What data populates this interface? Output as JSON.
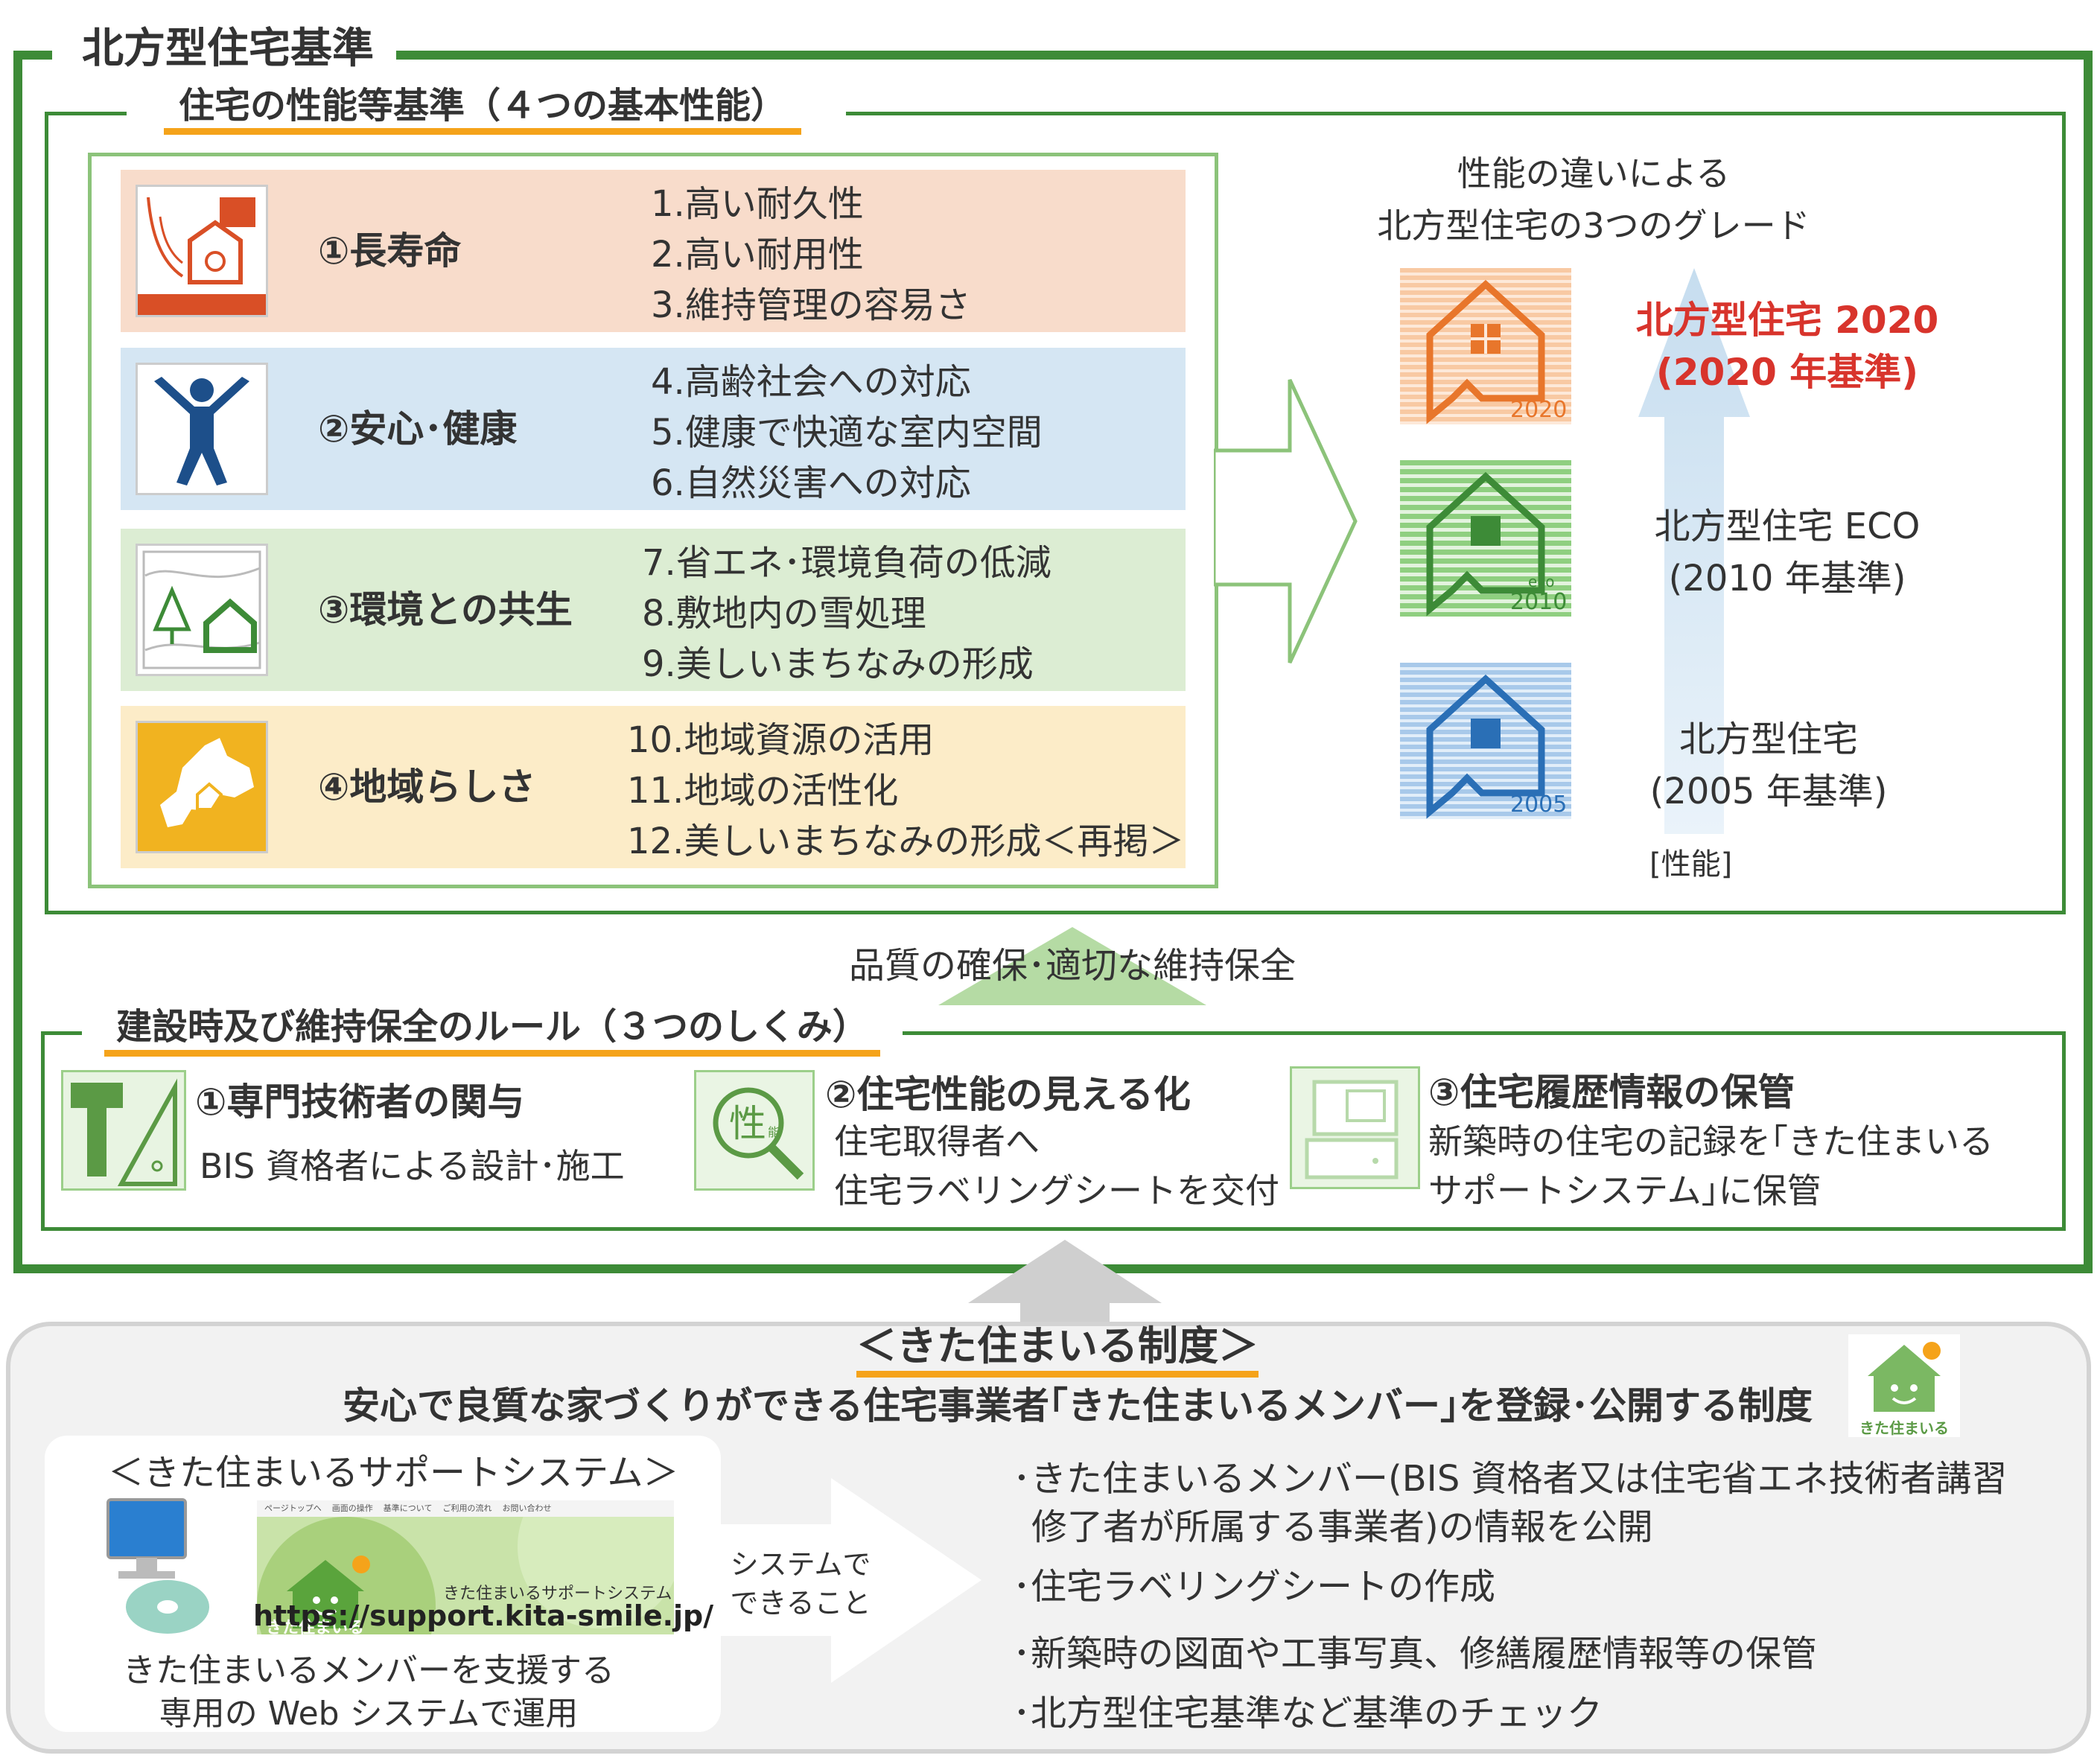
{
  "main_title": "北方型住宅基準",
  "perf": {
    "title": "住宅の性能等基準（４つの基本性能）",
    "rows": [
      {
        "name": "①長寿命",
        "items": [
          "1.高い耐久性",
          "2.高い耐用性",
          "3.維持管理の容易さ"
        ],
        "color": "#f8dccb"
      },
      {
        "name": "②安心･健康",
        "items": [
          "4.高齢社会への対応",
          "5.健康で快適な室内空間",
          "6.自然災害への対応"
        ],
        "color": "#d5e6f3"
      },
      {
        "name": "③環境との共生",
        "items": [
          "7.省エネ･環境負荷の低減",
          "8.敷地内の雪処理",
          "9.美しいまちなみの形成"
        ],
        "color": "#dcedd3"
      },
      {
        "name": "④地域らしさ",
        "items": [
          "10.地域資源の活用",
          "11.地域の活性化",
          "12.美しいまちなみの形成＜再掲＞"
        ],
        "color": "#fcecc8"
      }
    ]
  },
  "grades": {
    "heading_line1": "性能の違いによる",
    "heading_line2": "北方型住宅の3つのグレード",
    "items": [
      {
        "line1": "北方型住宅 2020",
        "line2": "(2020 年基準)",
        "badge": "2020",
        "color": "#e8762b",
        "text_color": "#d8342c"
      },
      {
        "line1": "北方型住宅 ECO",
        "line2": "(2010 年基準)",
        "badge": "2010",
        "badge_small": "eco",
        "color": "#5cab4a",
        "text_color": "#333333"
      },
      {
        "line1": "北方型住宅",
        "line2": "(2005 年基準)",
        "badge": "2005",
        "color": "#3f82c4",
        "text_color": "#333333"
      }
    ],
    "axis_label": "[性能]"
  },
  "quality_label": "品質の確保･適切な維持保全",
  "rules": {
    "title": "建設時及び維持保全のルール（３つのしくみ）",
    "items": [
      {
        "title": "①専門技術者の関与",
        "lines": [
          "BIS 資格者による設計･施工"
        ]
      },
      {
        "title": "②住宅性能の見える化",
        "lines": [
          "住宅取得者へ",
          "住宅ラベリングシートを交付"
        ],
        "icon_text": "性",
        "icon_small": "能"
      },
      {
        "title": "③住宅履歴情報の保管",
        "lines": [
          "新築時の住宅の記録を｢きた住まいる",
          "サポートシステム｣に保管"
        ]
      }
    ]
  },
  "kita": {
    "title": "＜きた住まいる制度＞",
    "subtitle": "安心で良質な家づくりができる住宅事業者｢きた住まいるメンバー｣を登録･公開する制度",
    "logo_text": "きた住まいる",
    "support_title": "＜きた住まいるサポートシステム＞",
    "web_menu": [
      "ページトップへ",
      "画面の操作",
      "基準について",
      "ご利用の流れ",
      "お問い合わせ"
    ],
    "web_brand": "きた住まいるサポートシステム",
    "web_logo": "きた住まいる",
    "url": "https://support.kita-smile.jp/",
    "desc_line1": "きた住まいるメンバーを支援する",
    "desc_line2": "専用の Web システムで運用",
    "arrow_line1": "システムで",
    "arrow_line2": "できること",
    "bullets": [
      "･きた住まいるメンバー(BIS 資格者又は住宅省エネ技術者講習",
      "修了者が所属する事業者)の情報を公開",
      "･住宅ラベリングシートの作成",
      "･新築時の図面や工事写真、修繕履歴情報等の保管",
      "･北方型住宅基準など基準のチェック"
    ]
  },
  "colors": {
    "frame_green": "#3d8b37",
    "accent_orange": "#f5a31a",
    "light_green": "#8cc37a",
    "arrow_blue": "#d6e7f3",
    "gray": "#cfcfcf"
  }
}
